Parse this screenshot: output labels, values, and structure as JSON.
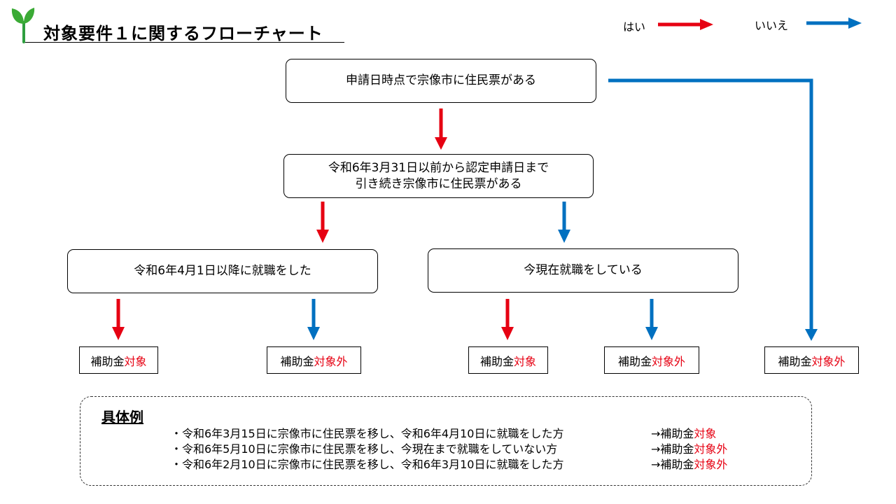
{
  "title": "対象要件１に関するフローチャート",
  "legend": {
    "yes_label": "はい",
    "no_label": "いいえ",
    "yes_color": "#e60012",
    "no_color": "#0070c0"
  },
  "icons": {
    "logo": "sprout-icon"
  },
  "nodes": {
    "q1": "申請日時点で宗像市に住民票がある",
    "q2_line1": "令和6年3月31日以前から認定申請日まで",
    "q2_line2": "引き続き宗像市に住民票がある",
    "q3": "令和6年4月1日以降に就職をした",
    "q4": "今現在就職をしている"
  },
  "results": {
    "r1": {
      "prefix": "補助金",
      "status": "対象"
    },
    "r2": {
      "prefix": "補助金",
      "status": "対象外"
    },
    "r3": {
      "prefix": "補助金",
      "status": "対象"
    },
    "r4": {
      "prefix": "補助金",
      "status": "対象外"
    },
    "r5": {
      "prefix": "補助金",
      "status": "対象外"
    }
  },
  "examples": {
    "heading": "具体例",
    "items": [
      {
        "text": "・令和6年3月15日に宗像市に住民票を移し、令和6年4月10日に就職をした方",
        "arrow": "→補助金",
        "status": "対象"
      },
      {
        "text": "・令和6年5月10日に宗像市に住民票を移し、今現在まで就職をしていない方",
        "arrow": "→補助金",
        "status": "対象外"
      },
      {
        "text": "・令和6年2月10日に宗像市に住民票を移し、令和6年3月10日に就職をした方",
        "arrow": "→補助金",
        "status": "対象外"
      }
    ]
  }
}
